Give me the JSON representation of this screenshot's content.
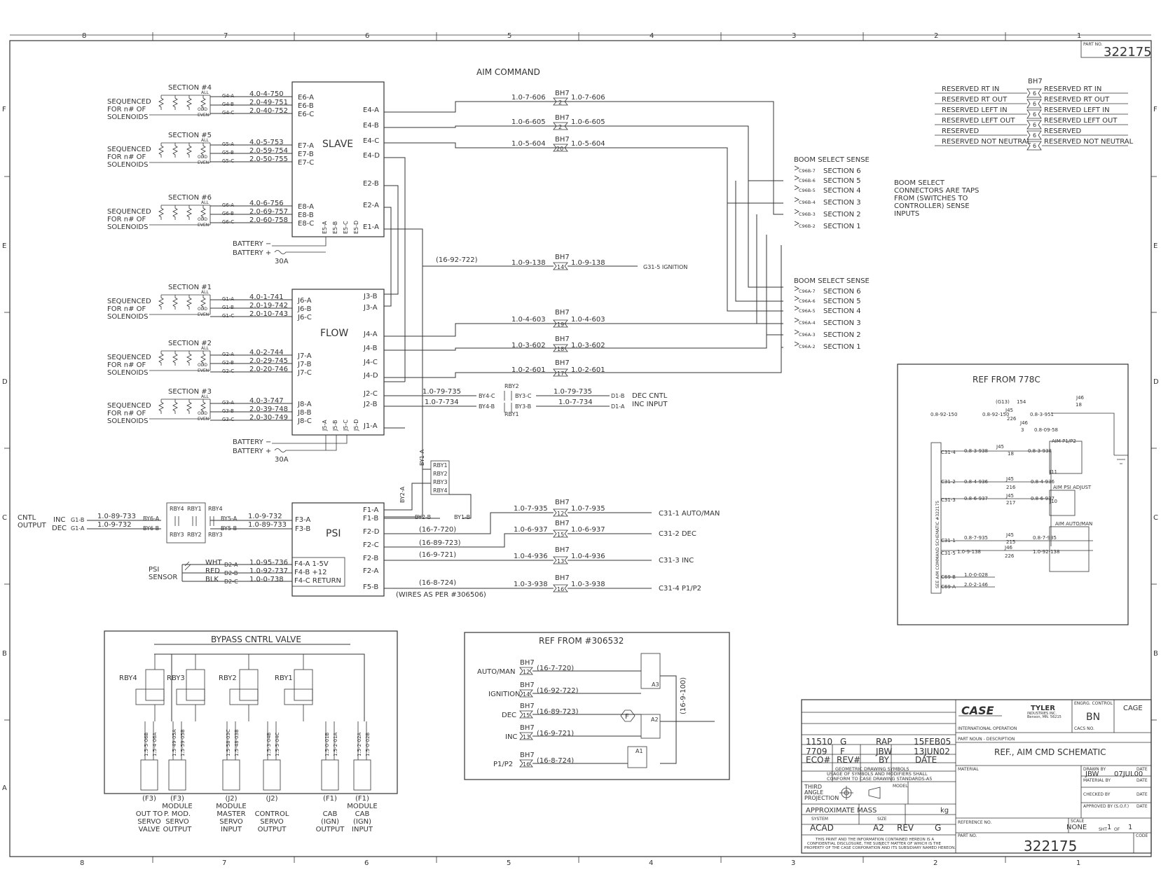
{
  "border": {
    "cols": [
      "8",
      "7",
      "6",
      "5",
      "4",
      "3",
      "2",
      "1"
    ],
    "rows": [
      "F",
      "E",
      "D",
      "C",
      "B",
      "A"
    ]
  },
  "title_main": "AIM COMMAND",
  "part_no_label": "PART NO.",
  "part_no": "322175",
  "slave": {
    "label": "SLAVE",
    "left_pins": [
      "E6-A",
      "E6-B",
      "E6-C",
      "E7-A",
      "E7-B",
      "E7-C",
      "E8-A",
      "E8-B",
      "E8-C"
    ],
    "right_pins": [
      "E4-A",
      "E4-B",
      "E4-C",
      "E4-D",
      "E2-B",
      "E2-A",
      "E1-A"
    ],
    "bottom_pins": [
      "E5-A",
      "E5-B",
      "E5-C",
      "E5-D"
    ]
  },
  "flow": {
    "label": "FLOW",
    "left_pins": [
      "J6-A",
      "J6-B",
      "J6-C",
      "J7-A",
      "J7-B",
      "J7-C",
      "J8-A",
      "J8-B",
      "J8-C"
    ],
    "right_pins": [
      "J3-B",
      "J3-A",
      "J4-A",
      "J4-B",
      "J4-C",
      "J4-D",
      "J2-C",
      "J2-B",
      "J1-A"
    ],
    "bottom_pins": [
      "J5-A",
      "J5-B",
      "J5-C",
      "J5-D"
    ]
  },
  "psi": {
    "label": "PSI",
    "left_pins": [
      "F3-A",
      "F3-B"
    ],
    "right_pins": [
      "F1-A",
      "F1-B",
      "F2-D",
      "F2-C",
      "F2-B",
      "F2-A",
      "F5-B"
    ],
    "sensor_pins": [
      "F4-A 1-5V",
      "F4-B +12",
      "F4-C RETURN"
    ]
  },
  "sections": [
    {
      "title": "SECTION #4",
      "wires": [
        "4.0-4-750",
        "2.0-49-751",
        "2.0-40-752"
      ],
      "codes": [
        "G4-A",
        "G4-B",
        "G4-C"
      ]
    },
    {
      "title": "SECTION #5",
      "wires": [
        "4.0-5-753",
        "2.0-59-754",
        "2.0-50-755"
      ],
      "codes": [
        "G5-A",
        "G5-B",
        "G5-C"
      ]
    },
    {
      "title": "SECTION #6",
      "wires": [
        "4.0-6-756",
        "2.0-69-757",
        "2.0-60-758"
      ],
      "codes": [
        "G6-A",
        "G6-B",
        "G6-C"
      ]
    },
    {
      "title": "SECTION #1",
      "wires": [
        "4.0-1-741",
        "2.0-19-742",
        "2.0-10-743"
      ],
      "codes": [
        "G1-A",
        "G1-B",
        "G1-C"
      ]
    },
    {
      "title": "SECTION #2",
      "wires": [
        "4.0-2-744",
        "2.0-29-745",
        "2.0-20-746"
      ],
      "codes": [
        "G2-A",
        "G2-B",
        "G2-C"
      ]
    },
    {
      "title": "SECTION #3",
      "wires": [
        "4.0-3-747",
        "2.0-39-748",
        "2.0-30-749"
      ],
      "codes": [
        "G3-A",
        "G3-B",
        "G3-C"
      ]
    }
  ],
  "seq_label": [
    "SEQUENCED",
    "FOR n# OF",
    "SOLENOIDS"
  ],
  "all_label": "ALL",
  "odd_label": "ODD",
  "even_label": "EVEN",
  "battery_minus": "BATTERY −",
  "battery_plus": "BATTERY +",
  "fuse": "30A",
  "bh7": "BH7",
  "top_wires": [
    {
      "left": "1.0-7-606",
      "pin": "2",
      "right": "1.0-7-606"
    },
    {
      "left": "1.0-6-605",
      "pin": "2",
      "right": "1.0-6-605"
    },
    {
      "left": "1.0-5-604",
      "pin": "20",
      "right": "1.0-5-604"
    }
  ],
  "ignition": {
    "paren": "(16-92-722)",
    "left": "1.0-9-138",
    "pin": "14",
    "right": "1.0-9-138",
    "dest": "G31-5 IGNITION"
  },
  "flow_wires": [
    {
      "left": "1.0-4-603",
      "pin": "19",
      "right": "1.0-4-603"
    },
    {
      "left": "1.0-3-602",
      "pin": "18",
      "right": "1.0-3-602"
    },
    {
      "left": "1.0-2-601",
      "pin": "17",
      "right": "1.0-2-601"
    }
  ],
  "dec_inc": {
    "w1": "1.0-79-735",
    "w2": "1.0-7-734",
    "rby2": "RBY2",
    "rby1": "RBY1",
    "by4c": "BY4-C",
    "by4b": "BY4-B",
    "by3c": "BY3-C",
    "by3b": "BY3-B",
    "d1b": "D1-B",
    "d1a": "D1-A",
    "lab1": "DEC CNTL",
    "lab2": "INC INPUT"
  },
  "boom_b": {
    "title": "BOOM SELECT SENSE",
    "items": [
      {
        "conn": "C96B-7",
        "label": "SECTION 6"
      },
      {
        "conn": "C96B-6",
        "label": "SECTION 5"
      },
      {
        "conn": "C96B-5",
        "label": "SECTION 4"
      },
      {
        "conn": "C96B-4",
        "label": "SECTION 3"
      },
      {
        "conn": "C96B-3",
        "label": "SECTION 2"
      },
      {
        "conn": "C96B-2",
        "label": "SECTION 1"
      }
    ]
  },
  "boom_a": {
    "title": "BOOM SELECT SENSE",
    "items": [
      {
        "conn": "C96A-7",
        "label": "SECTION 6"
      },
      {
        "conn": "C96A-6",
        "label": "SECTION 5"
      },
      {
        "conn": "C96A-5",
        "label": "SECTION 4"
      },
      {
        "conn": "C96A-4",
        "label": "SECTION 3"
      },
      {
        "conn": "C96A-3",
        "label": "SECTION 2"
      },
      {
        "conn": "C96A-2",
        "label": "SECTION 1"
      }
    ]
  },
  "boom_note": [
    "BOOM SELECT",
    "CONNECTORS ARE TAPS",
    "FROM (SWITCHES TO",
    "CONTROLLER) SENSE",
    "INPUTS"
  ],
  "reserved": [
    {
      "left": "RESERVED RT IN",
      "pin": "6",
      "right": "RESERVED RT IN"
    },
    {
      "left": "RESERVED RT OUT",
      "pin": "6",
      "right": "RESERVED RT OUT"
    },
    {
      "left": "RESERVED LEFT IN",
      "pin": "6",
      "right": "RESERVED LEFT IN"
    },
    {
      "left": "RESERVED LEFT OUT",
      "pin": "6",
      "right": "RESERVED LEFT OUT"
    },
    {
      "left": "RESERVED",
      "pin": "6",
      "right": "RESERVED"
    },
    {
      "left": "RESERVED NOT NEUTRAL",
      "pin": "6",
      "right": "RESERVED NOT NEUTRAL"
    }
  ],
  "psi_outputs": [
    {
      "paren": "(16-7-720)",
      "left": "1.0-7-935",
      "pin": "12",
      "right": "1.0-7-935",
      "dest": "C31-1 AUTO/MAN"
    },
    {
      "paren": "(16-89-723)",
      "left": "1.0-6-937",
      "pin": "15",
      "right": "1.0-6-937",
      "dest": "C31-2 DEC"
    },
    {
      "paren": "(16-9-721)",
      "left": "1.0-4-936",
      "pin": "13",
      "right": "1.0-4-936",
      "dest": "C31-3 INC"
    },
    {
      "paren": "(16-8-724)",
      "left": "1.0-3-938",
      "pin": "16",
      "right": "1.0-3-938",
      "dest": "C31-4 P1/P2"
    }
  ],
  "wires_note": "(WIRES AS PER #306506)",
  "cntl_output": {
    "label": [
      "CNTL",
      "OUTPUT"
    ],
    "inc": "INC",
    "dec": "DEC",
    "g1b": "G1-B",
    "g1a": "G1-A",
    "w_inc": "1.0-89-733",
    "w_dec": "1.0-9-732",
    "r_inc": "1.0-9-732",
    "r_dec": "1.0-89-733",
    "relays": [
      "RBY4",
      "RBY1",
      "RBY3",
      "RBY2",
      "RBY4",
      "RBY3"
    ],
    "by6a": "BY6-A",
    "by6b": "BY6-B",
    "by5a": "BY5-A",
    "by5b": "BY5-B"
  },
  "psi_sensor": {
    "label": [
      "PSI",
      "SENSOR"
    ],
    "colors": [
      "WHT",
      "RED",
      "BLK"
    ],
    "codes": [
      "D2-A",
      "D2-B",
      "D2-C"
    ],
    "wires": [
      "1.0-95-736",
      "1.0-92-737",
      "1.0-0-738"
    ]
  },
  "rby_stack": [
    "RBY1",
    "RBY2",
    "RBY3",
    "RBY4"
  ],
  "by_labels": {
    "by1a": "BY1-A",
    "by2a": "BY2-A",
    "by2b": "BY2-B",
    "by1b": "BY1-B"
  },
  "bypass": {
    "title": "BYPASS CNTRL VALVE",
    "relays": [
      "RBY4",
      "RBY3",
      "RBY2",
      "RBY1"
    ],
    "wires": [
      "1.5-5-06B",
      "1.5-4-06A",
      "1.5-49-05A",
      "1.5-59-05B",
      "1.5-58-03C",
      "1.5-48-03B",
      "1.5-3-04B",
      "1.5-5-04C",
      "1.5-0-01B",
      "1.5-2-01A",
      "1.5-2-02A",
      "1.5-0-02B"
    ],
    "bottom": [
      [
        "(F3)",
        "",
        "OUT TO",
        "SERVO",
        "VALVE"
      ],
      [
        "(F3)",
        "MODULE",
        "P. MOD.",
        "SERVO",
        "OUTPUT"
      ],
      [
        "(J2)",
        "MODULE",
        "MASTER",
        "SERVO",
        "INPUT"
      ],
      [
        "(J2)",
        "",
        "CONTROL",
        "SERVO",
        "OUTPUT"
      ],
      [
        "(F1)",
        "",
        "CAB",
        "(IGN)",
        "OUTPUT"
      ],
      [
        "(F1)",
        "MODULE",
        "CAB",
        "(IGN)",
        "INPUT"
      ]
    ]
  },
  "ref306532": {
    "title": "REF FROM #306532",
    "rows": [
      {
        "label": "AUTO/MAN",
        "pin": "12",
        "wire": "(16-7-720)"
      },
      {
        "label": "IGNITION",
        "pin": "14",
        "wire": "(16-92-722)"
      },
      {
        "label": "DEC",
        "pin": "15",
        "wire": "(16-89-723)"
      },
      {
        "label": "INC",
        "pin": "13",
        "wire": "(16-9-721)"
      },
      {
        "label": "P1/P2",
        "pin": "16",
        "wire": "(16-8-724)"
      }
    ],
    "relays": [
      "A3",
      "A2",
      "A1"
    ],
    "fuse": "F",
    "vertical": "(16-9-100)"
  },
  "ref778c": {
    "title": "REF FROM 778C",
    "side": "SEE AIM COMMAND SCHEMATIC #322175",
    "items": [
      "(G13)",
      "154",
      "J46",
      "18",
      "0.8-92-150",
      "0.8-92-150",
      "J45",
      "226",
      "0.8-3-951",
      "J46",
      "3",
      "0.8-09-58",
      "AIM P1/P2",
      "C31-4",
      "0.8-3-938",
      "J45",
      "18",
      "0.8-3-938",
      "AIM PSI ADJUST",
      "C31-2",
      "0.8-4-936",
      "J45",
      "216",
      "0.8-4-936",
      "C31-3",
      "0.8-6-937",
      "J45",
      "217",
      "0.8-6-937",
      "AIM AUTO/MAN",
      "C31-1",
      "0.8-7-935",
      "J45",
      "215",
      "0.8-7-935",
      "C31-5",
      "1.0-9-138",
      "J46",
      "226",
      "1.0-92-138",
      "C69-B",
      "1.0-0-028",
      "C69-A",
      "2.0-2-146",
      "J11",
      "J10"
    ]
  },
  "title_block": {
    "rev_rows": [
      [
        "11510",
        "G",
        "RAP",
        "15FEB05"
      ],
      [
        "7709",
        "F",
        "JBW",
        "13JUN02"
      ],
      [
        "ECO#",
        "REV#",
        "BY",
        "DATE"
      ]
    ],
    "symbols_note": [
      "GEOMETRIC DRAWING SYMBOLS",
      "USAGE OF SYMBOLS AND MODIFIERS SHALL",
      "CONFORM TO CASE DRAWING STANDARDS-A5"
    ],
    "projection": [
      "THIRD",
      "ANGLE",
      "PROJECTION"
    ],
    "model": "MODEL",
    "mass": "APPROXIMATE MASS",
    "mass_unit": "kg",
    "system_label": "SYSTEM",
    "system": "ACAD",
    "size_label": "SIZE",
    "size": "A2",
    "rev_label": "REV",
    "rev": "G",
    "confidential": [
      "THIS PRINT AND THE INFORMATION CONTAINED HEREON IS A",
      "CONFIDENTIAL DISCLOSURE, THE SUBJECT MATTER OF WHICH IS THE",
      "PROPERTY OF THE CASE CORPORATION AND ITS SUBSIDIARY NAMED HEREON."
    ],
    "case_logo": "CASE",
    "tyler": "TYLER",
    "tyler_sub": [
      "INDUSTRIES INC.",
      "Benson, MN. 56215"
    ],
    "engrg_label": "ENGRG. CONTROL",
    "engrg": "BN",
    "cage": "CAGE",
    "intl": "INTERNATIONAL OPERATION",
    "cacs": "CACS NO.",
    "partnoun_label": "PART NOUN - DESCRIPTION",
    "partnoun": "REF., AIM CMD SCHEMATIC",
    "material": "MATERIAL",
    "drawn_by_label": "DRAWN BY",
    "drawn_by": "JBW",
    "drawn_date": "07JUL00",
    "date_label": "DATE",
    "material_by": "MATERIAL BY",
    "checked_by": "CHECKED BY",
    "approved_by": "APPROVED BY (S.O.F.)",
    "reference": "REFERENCE NO.",
    "scale_label": "SCALE",
    "scale": "NONE",
    "sheet_label": "SHT",
    "sheet": "1",
    "of_label": "OF",
    "of": "1",
    "partno_label": "PART NO.",
    "partno": "322175",
    "code_label": "CODE"
  }
}
